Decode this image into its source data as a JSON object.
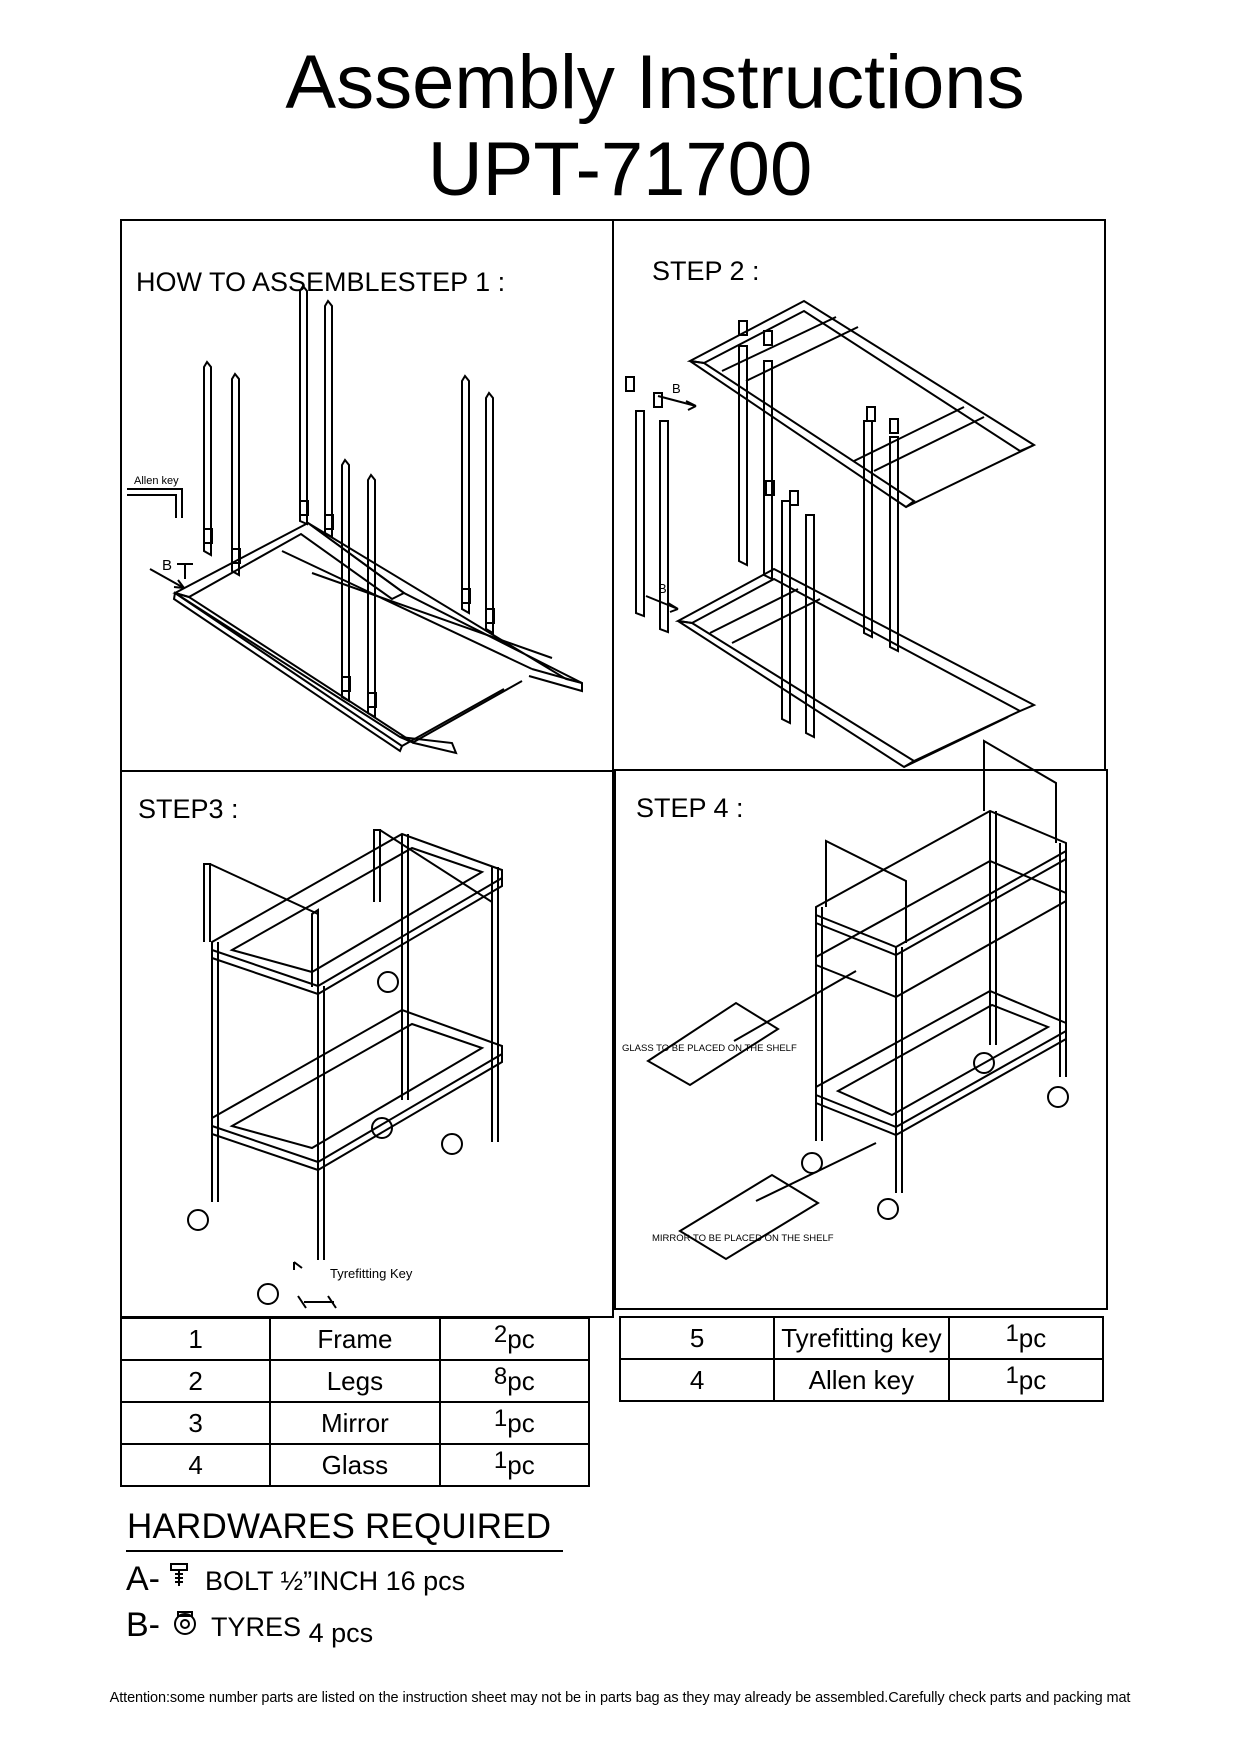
{
  "header": {
    "title": "Assembly Instructions",
    "model": "UPT-71700"
  },
  "steps": [
    {
      "label": "HOW TO ASSEMBLESTEP 1 :",
      "allen_key_label": "Allen key",
      "bolt_label": "B"
    },
    {
      "label": "STEP 2 :",
      "bolt_label_top": "B",
      "bolt_label_bottom": "B"
    },
    {
      "label": "STEP3 :",
      "tyre_key_label": "Tyrefitting Key"
    },
    {
      "label": "STEP 4 :",
      "glass_note": "GLASS TO BE PLACED ON THE SHELF",
      "mirror_note": "MIRROR TO BE PLACED ON THE SHELF"
    }
  ],
  "parts_left": [
    {
      "no": "1",
      "name": "Frame",
      "qty": "2",
      "unit": "pc"
    },
    {
      "no": "2",
      "name": "Legs",
      "qty": "8",
      "unit": "pc"
    },
    {
      "no": "3",
      "name": "Mirror",
      "qty": "1",
      "unit": "pc"
    },
    {
      "no": "4",
      "name": "Glass",
      "qty": "1",
      "unit": "pc"
    }
  ],
  "parts_right": [
    {
      "no": "5",
      "name": "Tyrefitting key",
      "qty": "1",
      "unit": "pc"
    },
    {
      "no": "4",
      "name": "Allen key",
      "qty": "1",
      "unit": "pc"
    }
  ],
  "hardware": {
    "heading": "HARDWARES REQUIRED",
    "items": [
      {
        "key": "A-",
        "icon": "bolt-icon",
        "text": "BOLT ½”INCH 16 pcs"
      },
      {
        "key": "B-",
        "icon": "tyre-icon",
        "text": "TYRES",
        "qty": "4 pcs"
      }
    ]
  },
  "footer": {
    "attention": "Attention:some number parts are listed on the instruction sheet may not be in parts bag as they may already be assembled.Carefully check parts and packing mat"
  }
}
